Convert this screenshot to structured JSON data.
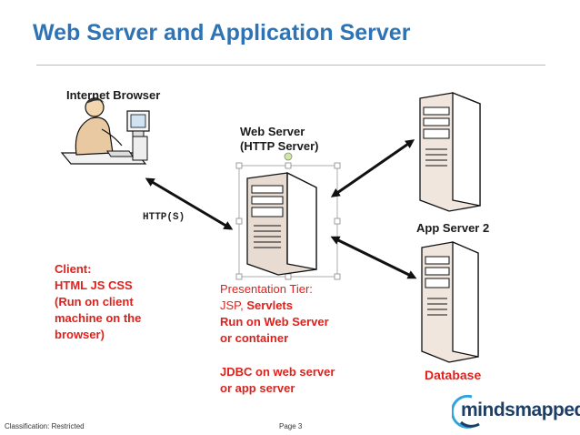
{
  "slide": {
    "title": "Web Server and Application Server"
  },
  "nodes": {
    "internet_browser": "Internet Browser",
    "web_server_line1": "Web Server",
    "web_server_line2": "(HTTP Server)",
    "app_server": "App Server 2",
    "database": "Database"
  },
  "connection": {
    "http_label": "HTTP(S)"
  },
  "client_block": {
    "line1": "Client:",
    "line2": "HTML JS CSS",
    "line3": "(Run on client",
    "line4": "machine on the",
    "line5": "browser)"
  },
  "presentation_block": {
    "line1": "Presentation Tier:",
    "line2_prefix": "JSP, ",
    "line2_bold": "Servlets",
    "line3": "Run on Web Server",
    "line4": "or container"
  },
  "jdbc_block": {
    "line1": "JDBC on web server",
    "line2": "or app server"
  },
  "footer": {
    "classification": "Classification: Restricted",
    "page": "Page 3"
  },
  "logo": {
    "text": "mindsmapped"
  },
  "colors": {
    "title": "#2e74b5",
    "accent_red": "#e0201b",
    "rule": "#9dc3e6"
  }
}
